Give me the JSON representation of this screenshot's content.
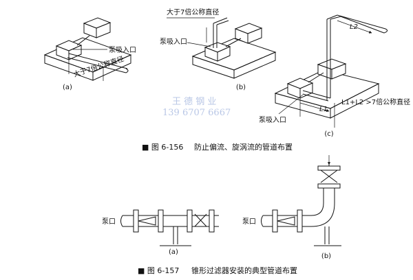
{
  "diagram_top": {
    "a": {
      "label_inlet": "泵吸入口",
      "label_dim": "大于7倍公称直径",
      "sub": "(a)"
    },
    "b": {
      "label_dim": "大于7倍公称直径",
      "label_inlet": "泵吸入口",
      "sub": "(b)"
    },
    "c": {
      "label_l1": "L1",
      "label_l2": "L2",
      "label_formula": "L1+L2 >7倍公称直径",
      "label_inlet": "泵吸入口",
      "sub": "(c)"
    },
    "caption_no": "■ 图 6-156",
    "caption_text": "防止偏流、旋涡流的管道布置"
  },
  "watermark": {
    "line1": "王 德 钢 业",
    "line2": "139  6707  6667"
  },
  "diagram_bottom": {
    "a": {
      "label_pump": "泵口",
      "sub": "(a)"
    },
    "b": {
      "label_pump": "泵口",
      "sub": "(b)"
    },
    "caption_no": "■ 图 6-157",
    "caption_text": "锥形过滤器安装的典型管道布置"
  }
}
